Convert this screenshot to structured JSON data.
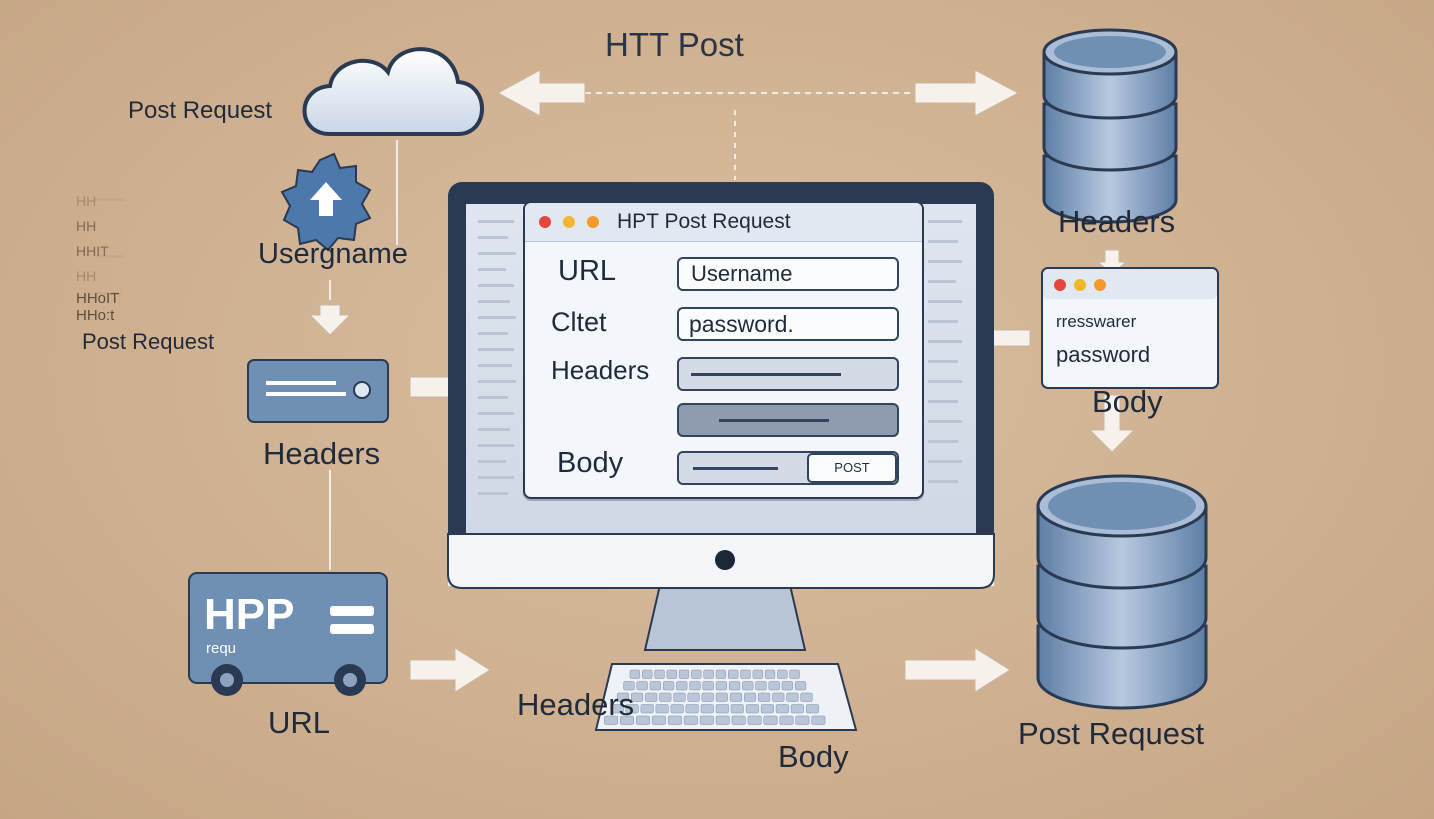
{
  "title": "HTT Post",
  "left": {
    "post_request_top": "Post Request",
    "username": "Usergname",
    "faded_lines": [
      "HH",
      "HH",
      "HHIT",
      "HH",
      "HHoIT",
      "HHo:t"
    ],
    "post_request_mid": "Post Request",
    "headers": "Headers",
    "truck_label": "HPP",
    "truck_sub": "requ",
    "url": "URL"
  },
  "window": {
    "title": "HPT Post Request",
    "rows": [
      {
        "label": "URL",
        "value": "Username"
      },
      {
        "label": "Cltet",
        "value": "password."
      },
      {
        "label": "Headers",
        "value": ""
      },
      {
        "label": "",
        "value": ""
      },
      {
        "label": "Body",
        "value": "",
        "button": "POST"
      }
    ]
  },
  "bottom": {
    "headers": "Headers",
    "body": "Body"
  },
  "right": {
    "headers": "Headers",
    "mini_window_line1": "rresswarer",
    "mini_window_line2": "password",
    "body": "Body",
    "post_request": "Post Request"
  },
  "colors": {
    "background": "#d2b595",
    "monitor_frame": "#2a3a52",
    "accent_blue": "#6f8fb4",
    "window_bg": "#f3f6fb",
    "traffic_red": "#e8453c",
    "traffic_yellow": "#f2b72a",
    "traffic_orange": "#f29a2a"
  },
  "icons": [
    "cloud-icon",
    "upload-gear-icon",
    "database-icon",
    "monitor-icon",
    "keyboard-icon",
    "truck-icon",
    "card-icon",
    "arrow-icon"
  ]
}
